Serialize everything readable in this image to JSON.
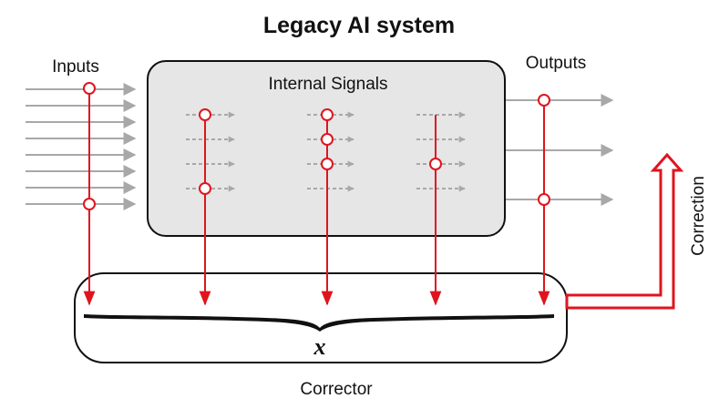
{
  "title": "Legacy AI system",
  "labels": {
    "inputs": "Inputs",
    "outputs": "Outputs",
    "internal": "Internal Signals",
    "correction": "Correction",
    "corrector": "Corrector",
    "variable": "x"
  },
  "colors": {
    "accent_red": "#e0141e",
    "signal_gray": "#a8a8a8",
    "box_fill": "#e6e6e6",
    "outline": "#111111"
  }
}
